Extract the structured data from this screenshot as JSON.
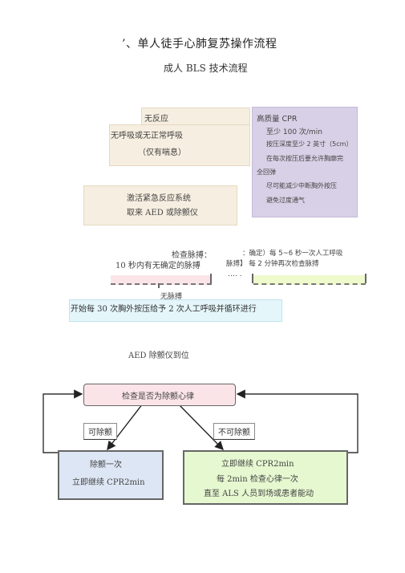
{
  "title": "’、单人徒手心肺复苏操作流程",
  "subtitle": "成人 BLS 技术流程",
  "assessment": {
    "line1": "无反应",
    "line2": "无呼吸或无正常呼吸",
    "line3": "（仅有喘息）"
  },
  "cpr_quality": {
    "title": "高质量 CPR",
    "items": [
      "至少 100 次/min",
      "按压深度至少 2 英寸（5cm）",
      "在每次按压后要允许胸廓完",
      "全回弹",
      "尽可能减少中断胸外按压",
      "避免过度通气"
    ]
  },
  "activate": {
    "line1": "激活紧急反应系统",
    "line2": "取来 AED 或除颤仪"
  },
  "pulse_check": {
    "label": "检查脉搏：",
    "left": "10 秒内有无确定的脉搏",
    "right_line1": "：确定）每 5~6 秒一次人工呼吸",
    "right_line2": "脉搏】 每 2 分钟再次检查脉搏",
    "dots": "…. .",
    "no_pulse": "无脉搏"
  },
  "start_cpr": "开始每 30 次胸外按压给予 2 次人工呼吸并循环进行",
  "aed_arrive": "AED 除颤仪到位",
  "rhythm_check": "检查是否为除颤心律",
  "shockable": "可除颤",
  "non_shockable": "不可除颤",
  "shock_box": {
    "line1": "除颤一次",
    "line2": "立即继续 CPR2min"
  },
  "continue_box": {
    "line1": "立即继续 CPR2min",
    "line2": "每 2min 检查心律一次",
    "line3": "直至 ALS 人员到场或患者能动"
  },
  "colors": {
    "tan": "#f6eee0",
    "lavender": "#d8d0e6",
    "pink": "#fbe4e8",
    "cyan": "#e4f6fa",
    "green": "#e6f8d0",
    "blue": "#dde6f4"
  }
}
